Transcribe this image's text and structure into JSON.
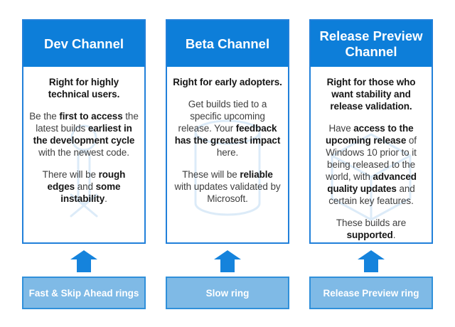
{
  "colors": {
    "header_blue": "#0d7ed9",
    "panel_border_blue": "#2180da",
    "arrow_blue": "#1583dc",
    "ring_fill_blue": "#7fbae6",
    "ring_border_blue": "#3090da",
    "body_text": "#3f3f3f",
    "body_text_bold": "#161616",
    "watermark_light_blue": "#dcebf8",
    "background": "#ffffff"
  },
  "channels": [
    {
      "title": "Dev Channel",
      "watermark_icon": "tools-icon",
      "paragraphs": [
        {
          "segments": [
            {
              "text": "Right for highly technical users.",
              "bold": true
            }
          ]
        },
        {
          "segments": [
            {
              "text": "Be the ",
              "bold": false
            },
            {
              "text": "first to access",
              "bold": true
            },
            {
              "text": " the latest builds ",
              "bold": false
            },
            {
              "text": "earliest in the development cycle",
              "bold": true
            },
            {
              "text": " with the newest code.",
              "bold": false
            }
          ]
        },
        {
          "segments": [
            {
              "text": "There will be ",
              "bold": false
            },
            {
              "text": "rough edges",
              "bold": true
            },
            {
              "text": " and ",
              "bold": false
            },
            {
              "text": "some instability",
              "bold": true
            },
            {
              "text": ".",
              "bold": false
            }
          ]
        }
      ],
      "ring_label": "Fast & Skip Ahead rings"
    },
    {
      "title": "Beta Channel",
      "watermark_icon": "cylinder-icon",
      "paragraphs": [
        {
          "segments": [
            {
              "text": "Right for early adopters.",
              "bold": true
            }
          ]
        },
        {
          "segments": [
            {
              "text": "Get builds tied to a specific upcoming release. Your ",
              "bold": false
            },
            {
              "text": "feedback has the greatest impact",
              "bold": true
            },
            {
              "text": " here.",
              "bold": false
            }
          ]
        },
        {
          "segments": [
            {
              "text": "These will be ",
              "bold": false
            },
            {
              "text": "reliable",
              "bold": true
            },
            {
              "text": " with updates validated by Microsoft.",
              "bold": false
            }
          ]
        }
      ],
      "ring_label": "Slow ring"
    },
    {
      "title": "Release Preview Channel",
      "watermark_icon": "cube-icon",
      "paragraphs": [
        {
          "segments": [
            {
              "text": "Right for those who want stability and release validation.",
              "bold": true
            }
          ]
        },
        {
          "segments": [
            {
              "text": "Have ",
              "bold": false
            },
            {
              "text": "access to the upcoming release",
              "bold": true
            },
            {
              "text": " of Windows 10 prior to it being released to the world, with ",
              "bold": false
            },
            {
              "text": "advanced quality updates",
              "bold": true
            },
            {
              "text": " and certain key features.",
              "bold": false
            }
          ]
        },
        {
          "segments": [
            {
              "text": "These builds are ",
              "bold": false
            },
            {
              "text": "supported",
              "bold": true
            },
            {
              "text": ".",
              "bold": false
            }
          ]
        }
      ],
      "ring_label": "Release Preview ring"
    }
  ]
}
